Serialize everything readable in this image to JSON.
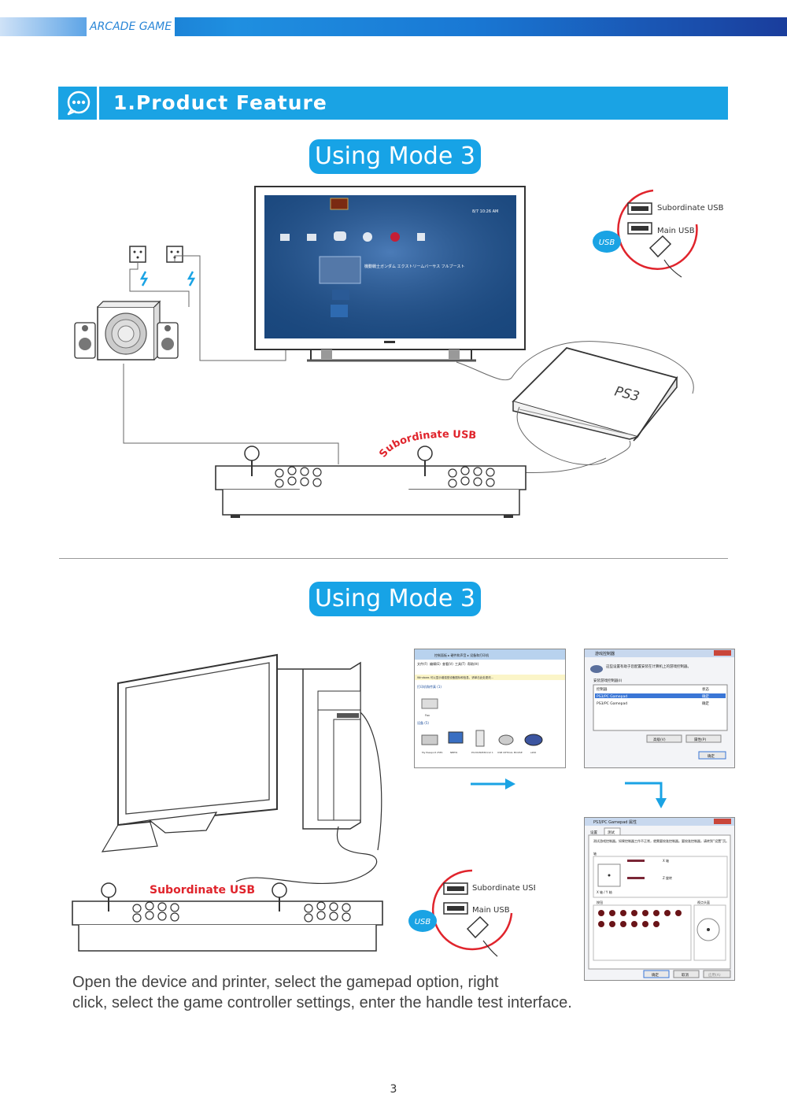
{
  "header": {
    "brand": "ARCADE GAME"
  },
  "section": {
    "title": "1.Product Feature",
    "icon": "chat-bubble-icon"
  },
  "mode_top": {
    "label": "Using Mode 3",
    "cable_label": "Subordinate USB"
  },
  "mode_bottom": {
    "label": "Using Mode 3",
    "cable_label": "Subordinate USB"
  },
  "usb_legend": {
    "subordinate": "Subordinate USB",
    "main": "Main USB",
    "badge": "USB"
  },
  "tv_screen": {
    "time": "8/7 10:26 AM",
    "game_title": "機動戦士ガンダム エクストリームバーサス フルブースト"
  },
  "console": {
    "logo": "PS3"
  },
  "windows": {
    "devices": {
      "address": "控制面板 ▸ 硬件和声音 ▸ 设备和打印机",
      "menu": [
        "文件(F)",
        "编辑(E)",
        "查看(V)",
        "工具(T)",
        "帮助(H)"
      ],
      "notice": "Windows 可以显示增强型设备图标和信息，请单击此处更改...",
      "printers_group": "打印机和传真 (1)",
      "printer": "Fax",
      "devices_group": "设备 (5)",
      "device_names": [
        "My Passport 25E1",
        "NBEW",
        "PC20180830112 1",
        "USB OPTICAL MOUSE",
        "s200"
      ]
    },
    "game_controllers": {
      "title": "游戏控制器",
      "description": "这些设置有助于您配置安装在计算机上的游戏控制器。",
      "installed": "安装游戏控制器(I)",
      "col_controller": "控制器",
      "col_status": "状态",
      "rows": [
        {
          "name": "PS3/PC Gamepad",
          "status": "确定"
        },
        {
          "name": "PS3/PC Gamepad",
          "status": "确定"
        }
      ],
      "advanced": "高级(V)",
      "properties": "属性(P)",
      "ok": "确定"
    },
    "properties": {
      "title": "PS3/PC Gamepad 属性",
      "tabs": [
        "设置",
        "测试"
      ],
      "instructions": "测试游戏控制器。如果控制器工作不正常，就需要校准控制器。要校准控制器，请转到“设置”页。",
      "axes": "轴",
      "x_axis": "X 轴",
      "z_rotation": "Z 旋转",
      "xy_axis": "X 轴 / Y 轴",
      "buttons": "按钮",
      "hat": "视点头盔",
      "ok": "确定",
      "cancel": "取消",
      "apply": "应用(A)"
    }
  },
  "caption": {
    "line1": "Open the device and printer, select the gamepad option, right",
    "line2": "click, select the game controller settings, enter the handle test interface."
  },
  "page": {
    "number": "3"
  },
  "colors": {
    "accent": "#17a3e6",
    "red": "#e0242c",
    "brand_blue": "#1565c0"
  }
}
